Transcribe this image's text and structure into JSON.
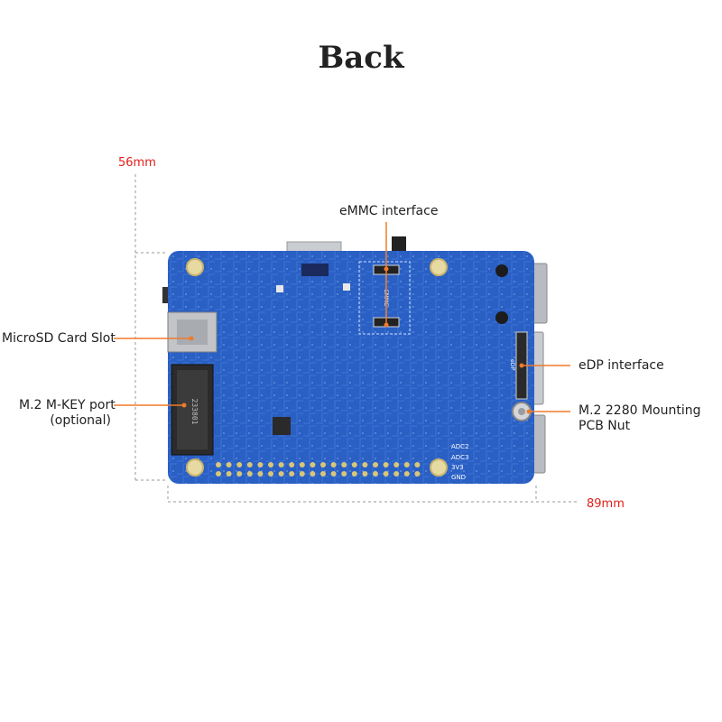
{
  "title": "Back",
  "dimensions": {
    "height": "56mm",
    "width": "89mm"
  },
  "callouts": {
    "emmc": "eMMC interface",
    "microsd": "MicroSD Card Slot",
    "m2_line1": "M.2 M-KEY port",
    "m2_line2": "(optional)",
    "edp": "eDP interface",
    "nut_line1": "M.2 2280 Mounting",
    "nut_line2": "PCB Nut"
  },
  "board_silkscreen": {
    "m2_code": "233801",
    "pins": [
      "ADC2",
      "ADC3",
      "3V3",
      "GND"
    ],
    "edp_mark": "eDP",
    "emmc_mark": "EMMC"
  },
  "colors": {
    "accent": "#e0201b",
    "callout_line": "#f07a2a",
    "board": "#2a5fc4"
  }
}
